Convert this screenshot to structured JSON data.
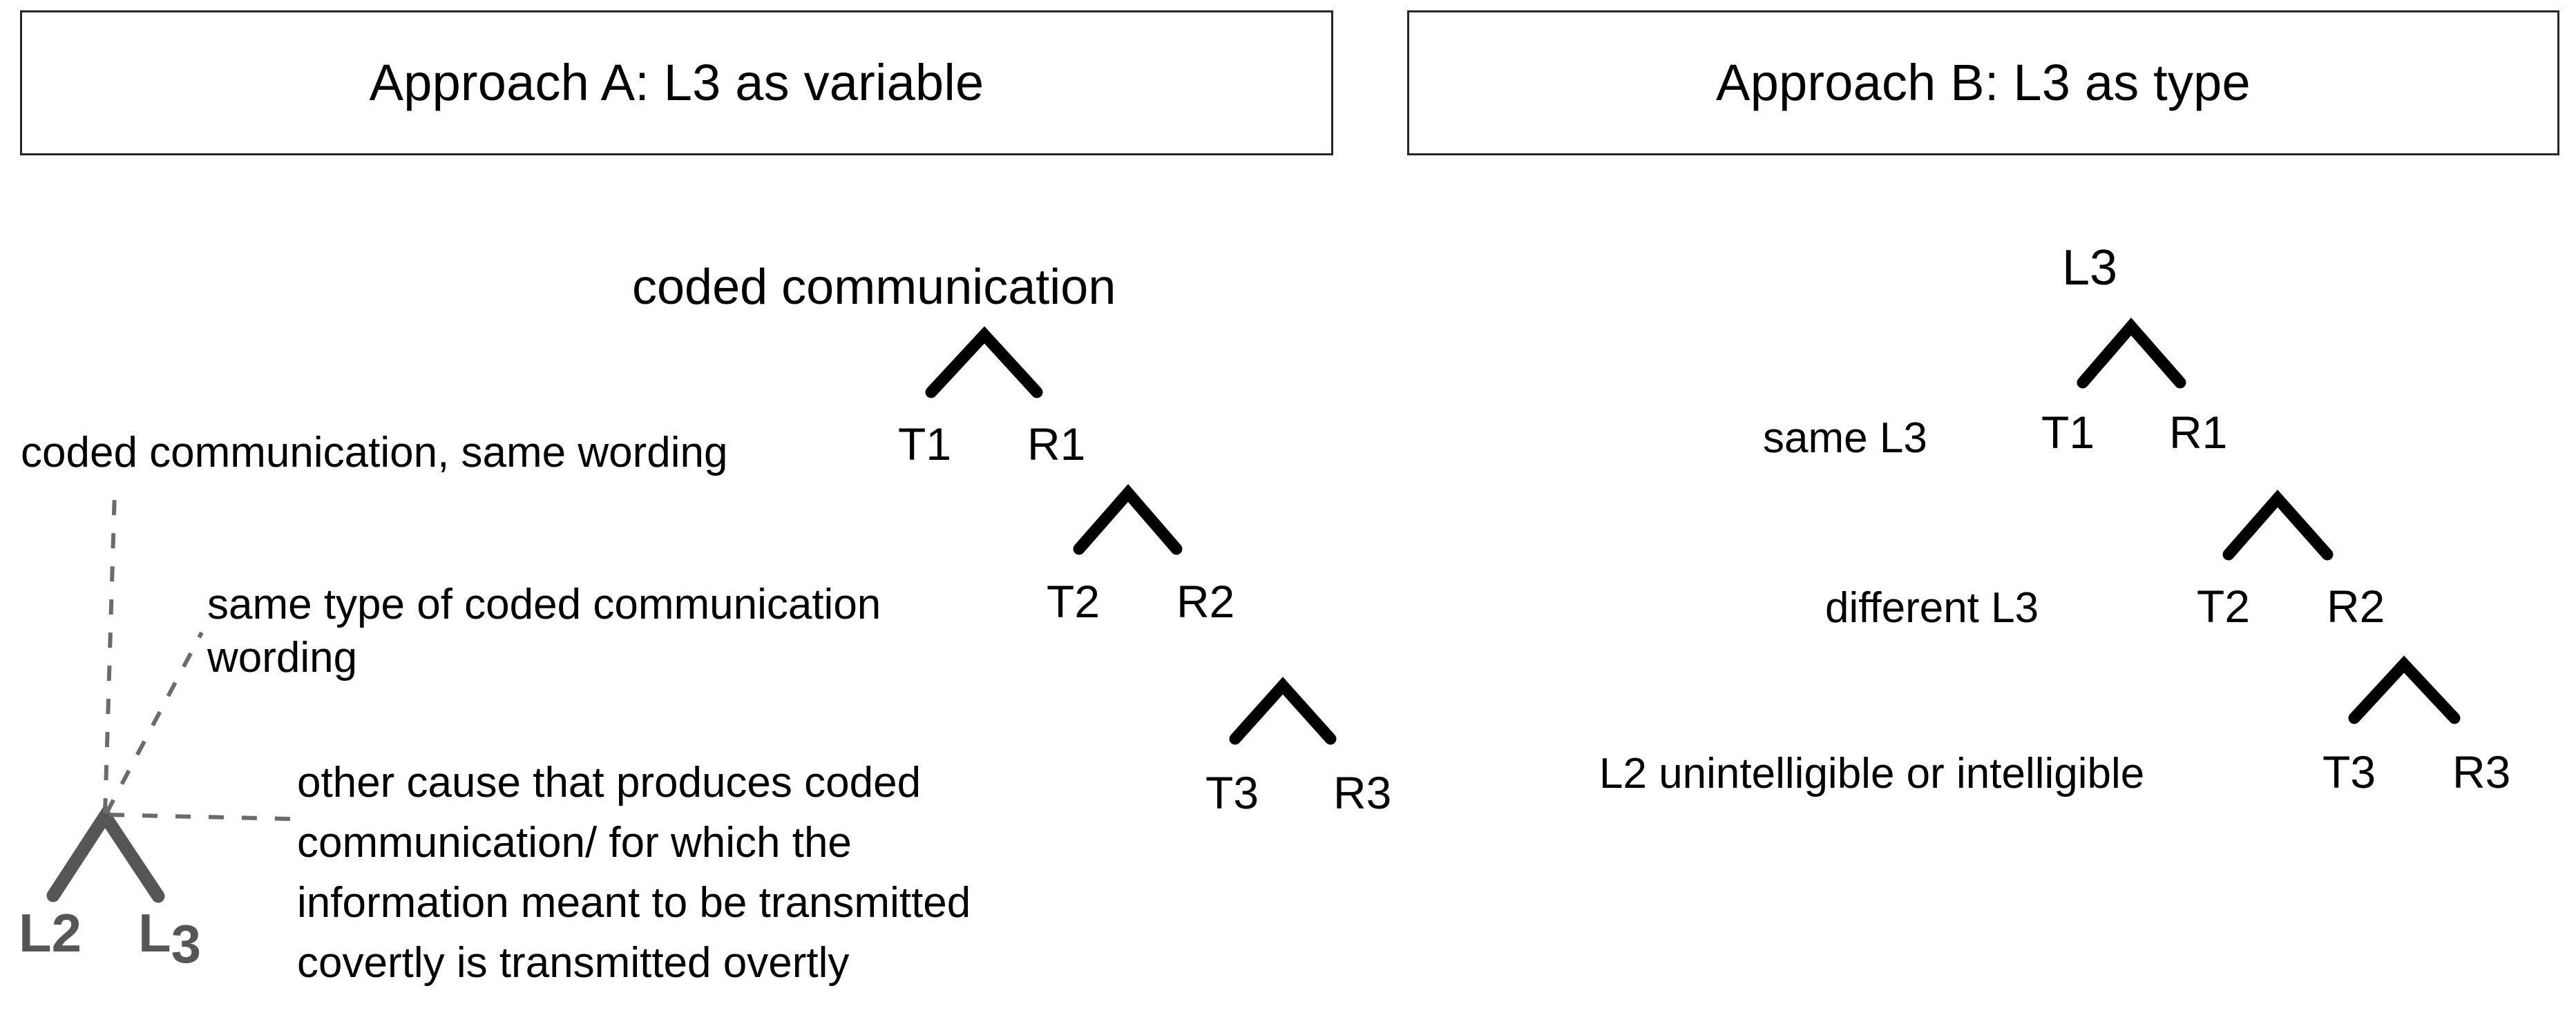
{
  "page": {
    "background": "#ffffff",
    "ink_black": "#000000",
    "ink_gray": "#565656",
    "border_color": "#262626"
  },
  "panels": [
    {
      "id": "approach-a",
      "title": "Approach A: L3 as variable",
      "root_label": "coded communication",
      "nodes": [
        {
          "left": "T1",
          "right": "R1"
        },
        {
          "left": "T2",
          "right": "R2"
        },
        {
          "left": "T3",
          "right": "R3"
        }
      ],
      "annotations": [
        "coded communication, same wording",
        "same type of coded communication wording",
        "other cause that produces coded communication/ for which the information meant to be transmitted covertly is transmitted overtly"
      ],
      "annotation_lines": {
        "level1": [
          "coded communication, same wording"
        ],
        "level2": [
          "same type of coded communication",
          "wording"
        ],
        "level3": [
          "other cause that produces coded",
          "communication/ for which the",
          "information meant to be transmitted",
          "covertly is transmitted overtly"
        ]
      },
      "legend": {
        "l2": "L2",
        "l3_base": "L",
        "l3_sub": "3"
      }
    },
    {
      "id": "approach-b",
      "title": "Approach B: L3 as type",
      "root_label": "L3",
      "nodes": [
        {
          "left": "T1",
          "right": "R1"
        },
        {
          "left": "T2",
          "right": "R2"
        },
        {
          "left": "T3",
          "right": "R3"
        }
      ],
      "annotations": [
        "same L3",
        "different L3",
        "L2 unintelligible or intelligible"
      ]
    }
  ],
  "chart_data": {
    "type": "diagram",
    "title": "Approach A vs Approach B tree comparison",
    "trees": [
      {
        "name": "Approach A: L3 as variable",
        "root": "coded communication",
        "branches": [
          {
            "level": 1,
            "left": "T1",
            "right": "R1",
            "annotation": "coded communication, same wording"
          },
          {
            "level": 2,
            "left": "T2",
            "right": "R2",
            "annotation": "same type of coded communication wording"
          },
          {
            "level": 3,
            "left": "T3",
            "right": "R3",
            "annotation": "other cause that produces coded communication/ for which the information meant to be transmitted covertly is transmitted overtly"
          }
        ],
        "legend_symbols": [
          "L2",
          "L3"
        ]
      },
      {
        "name": "Approach B: L3 as type",
        "root": "L3",
        "branches": [
          {
            "level": 1,
            "left": "T1",
            "right": "R1",
            "annotation": "same L3"
          },
          {
            "level": 2,
            "left": "T2",
            "right": "R2",
            "annotation": "different L3"
          },
          {
            "level": 3,
            "left": "T3",
            "right": "R3",
            "annotation": "L2 unintelligible or intelligible"
          }
        ]
      }
    ]
  }
}
